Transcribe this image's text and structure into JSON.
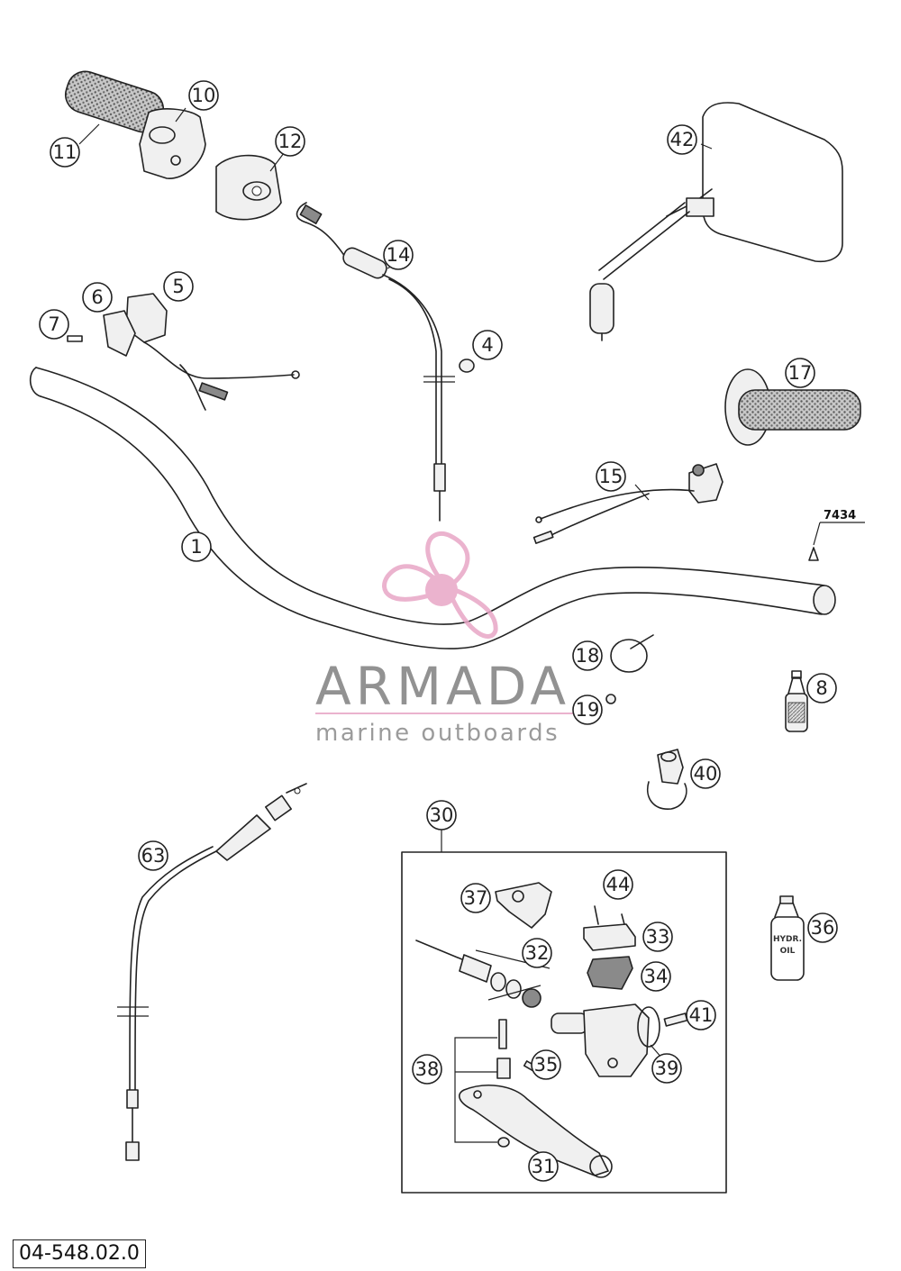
{
  "watermark": {
    "brand": "ARMADA",
    "tagline": "marine outboards",
    "color": "#e8a6c6"
  },
  "diagram_code": "04-548.02.0",
  "reference_label": "7434",
  "callouts": {
    "c1": "1",
    "c4": "4",
    "c5": "5",
    "c6": "6",
    "c7": "7",
    "c8": "8",
    "c10": "10",
    "c11": "11",
    "c12": "12",
    "c14": "14",
    "c15": "15",
    "c17": "17",
    "c18": "18",
    "c19": "19",
    "c30": "30",
    "c31": "31",
    "c32": "32",
    "c33": "33",
    "c34": "34",
    "c35": "35",
    "c36": "36",
    "c37": "37",
    "c38": "38",
    "c39": "39",
    "c40": "40",
    "c41": "41",
    "c42": "42",
    "c44": "44",
    "c63": "63"
  }
}
